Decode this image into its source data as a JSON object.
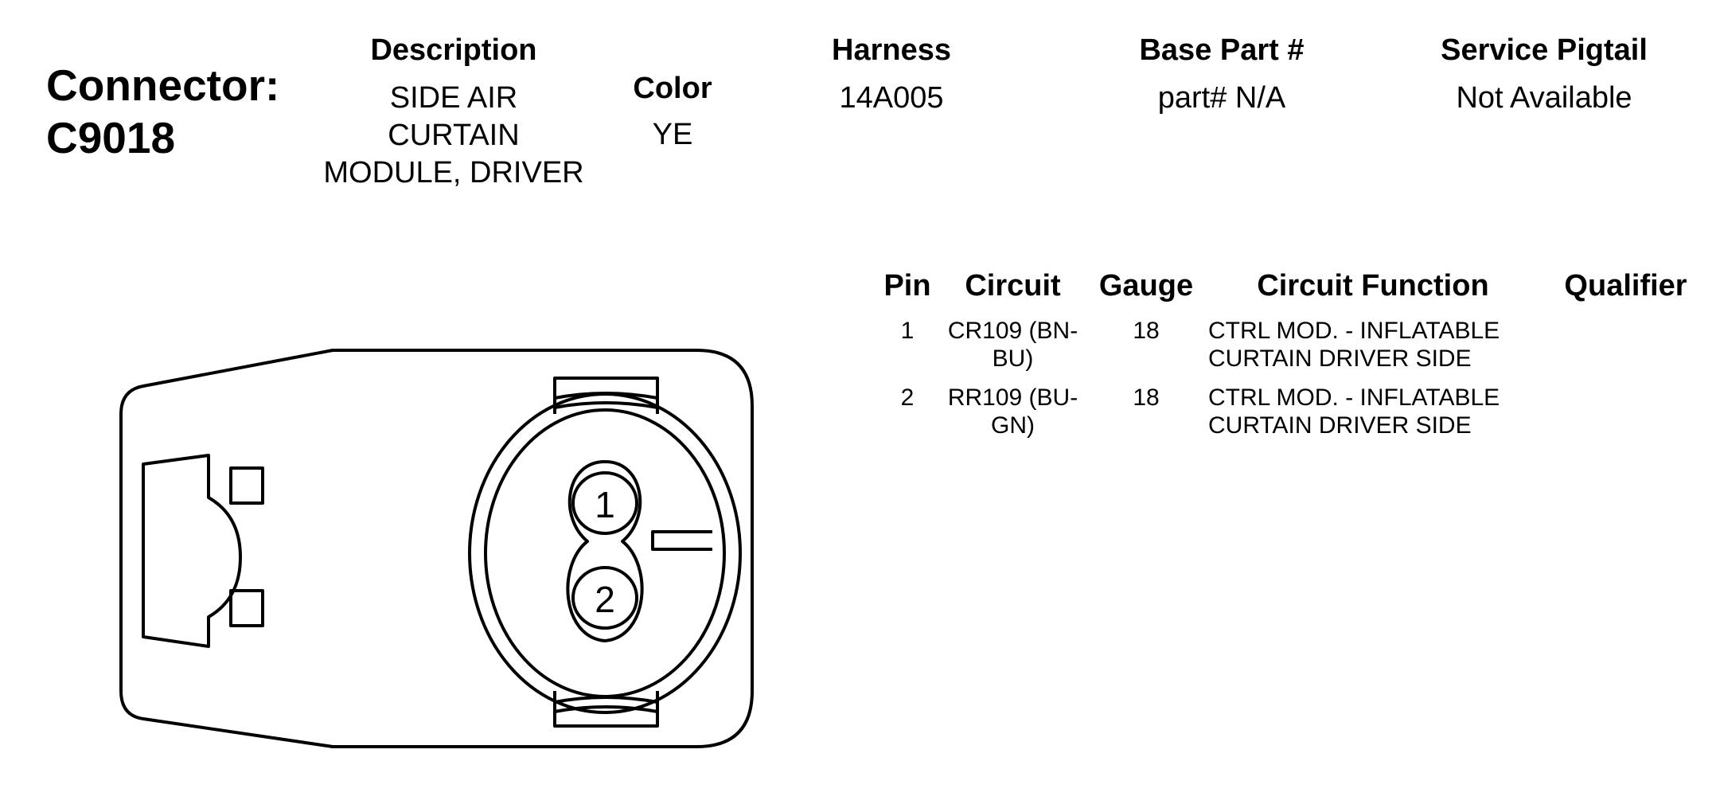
{
  "connector": {
    "label": "Connector:",
    "id": "C9018"
  },
  "info": {
    "description_header": "Description",
    "description_lines": [
      "SIDE AIR",
      "CURTAIN",
      "MODULE, DRIVER"
    ],
    "color_header": "Color",
    "color_value": "YE",
    "harness_header": "Harness",
    "harness_value": "14A005",
    "base_part_header": "Base Part #",
    "base_part_value": "part# N/A",
    "service_pigtail_header": "Service Pigtail",
    "service_pigtail_value": "Not Available"
  },
  "pin_table": {
    "headers": {
      "pin": "Pin",
      "circuit": "Circuit",
      "gauge": "Gauge",
      "function": "Circuit Function",
      "qualifier": "Qualifier"
    },
    "rows": [
      {
        "pin": "1",
        "circuit_lines": [
          "CR109 (BN-",
          "BU)"
        ],
        "gauge": "18",
        "function_lines": [
          "CTRL MOD. - INFLATABLE",
          "CURTAIN DRIVER SIDE"
        ],
        "qualifier": ""
      },
      {
        "pin": "2",
        "circuit_lines": [
          "RR109 (BU-",
          "GN)"
        ],
        "gauge": "18",
        "function_lines": [
          "CTRL MOD. - INFLATABLE",
          "CURTAIN DRIVER SIDE"
        ],
        "qualifier": ""
      }
    ]
  },
  "diagram": {
    "pin_labels": [
      "1",
      "2"
    ]
  }
}
